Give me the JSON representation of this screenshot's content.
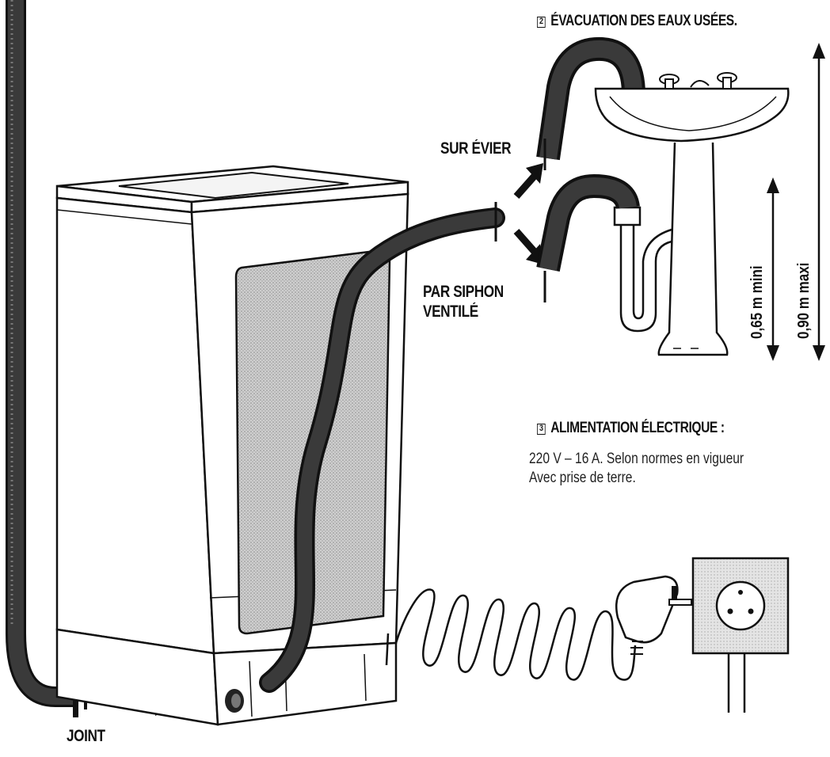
{
  "drain_section": {
    "number": "2",
    "title": "ÉVACUATION DES EAUX USÉES."
  },
  "drain_options": {
    "sink": "SUR ÉVIER",
    "siphon_line1": "PAR SIPHON",
    "siphon_line2": "VENTILÉ"
  },
  "heights": {
    "min": "0,65 m mini",
    "max": "0,90 m maxi"
  },
  "power_section": {
    "number": "3",
    "title": "ALIMENTATION ÉLECTRIQUE :",
    "line1": "220 V – 16 A. Selon normes en vigueur",
    "line2": "Avec prise de terre."
  },
  "seal_label": "JOINT",
  "colors": {
    "ink": "#111111",
    "screen_gray": "#bdbdbd",
    "hose": "#2a2a2a"
  }
}
